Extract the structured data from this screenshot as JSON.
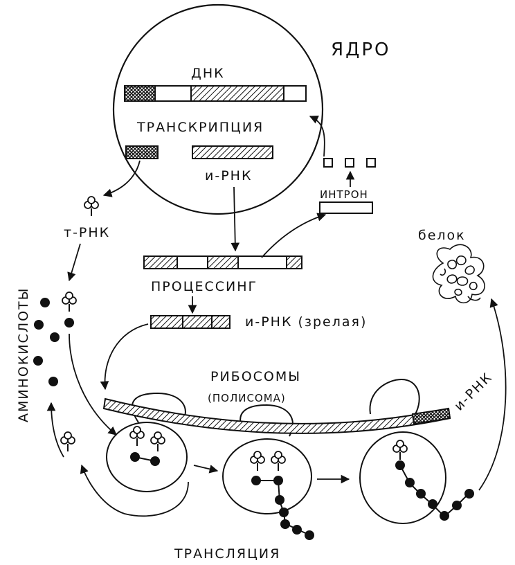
{
  "labels": {
    "nucleus": "ЯДРО",
    "dna": "ДНК",
    "transcription": "ТРАНСКРИПЦИЯ",
    "mrna": "и-РНК",
    "intron": "ИНТРОН",
    "trna": "т-РНК",
    "amino_acids": "АМИНОКИСЛОТЫ",
    "processing": "ПРОЦЕССИНГ",
    "mature_mrna": "и-РНК (зрелая)",
    "protein": "белок",
    "ribosomes": "РИБОСОМЫ",
    "polysome": "(ПОЛИСОМА)",
    "mrna_strand": "и-РНК",
    "translation": "ТРАНСЛЯЦИЯ"
  },
  "colors": {
    "ink": "#111111",
    "paper": "#ffffff"
  }
}
